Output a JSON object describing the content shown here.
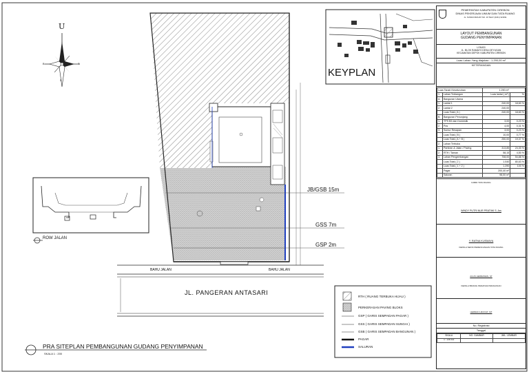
{
  "compass": {
    "north": "U",
    "south": "S",
    "west": "B",
    "east": "T"
  },
  "keyplan": {
    "label": "KEYPLAN"
  },
  "row_jalan": {
    "label": "ROW JALAN"
  },
  "setbacks": {
    "gsb": "JB/GSB 15m",
    "gss": "GSS 7m",
    "gsp": "GSP 2m"
  },
  "road": {
    "name": "JL. PANGERAN ANTASARI",
    "shoulder_left": "BAHU JALAN",
    "shoulder_right": "BAHU JALAN"
  },
  "title": {
    "main": "PRA SITEPLAN PEMBANGUNAN GUDANG PENYIMPANAN",
    "scale": "SKALA 1 : 200"
  },
  "legend": [
    {
      "label": "RTH ( RUANG TERBUKA HIJAU )",
      "icon": "hatch-diagonal"
    },
    {
      "label": "PERKERASAN PAVING BLOKS",
      "icon": "hatch-dense"
    },
    {
      "label": "GSP ( GARIS SEMPADAN PAGAR )",
      "icon": "line-thin"
    },
    {
      "label": "GSS ( GARIS SEMPADAN SUNGAI )",
      "icon": "line-thin"
    },
    {
      "label": "GSB ( GARIS SEMPADAN BANGUNAN )",
      "icon": "line-thin"
    },
    {
      "label": "PAGAR",
      "icon": "line-thick"
    },
    {
      "label": "SALURAN",
      "icon": "line-blue"
    }
  ],
  "title_block": {
    "agency_1": "PEMERINTAH KABUPATEN CIREBON",
    "agency_2": "DINAS PEKERJAAN UMUM DAN TATA RUANG",
    "address": "JL. SUNAN DRAJAT NO. 19 TELP. (0231) 321811",
    "layout_1": "LAYOUT PEMBANGUNAN",
    "layout_2": "GUDANG PENYIMPANAN",
    "location_h": "LOKASI",
    "location_1": "JL. BLOK RAMAYO DESA GEYUGAN",
    "location_2": "KECAMATAN DEPOK KABUPATEN CIREBON",
    "luas_label": "Luas Lahan Yang diajukan : 1.290,00 m²",
    "keterangan": "KETERANGAN",
    "luas_tanah": "Luas Tanah Keseluruhan",
    "luas_tanah_val": "1.290 m²",
    "rows": [
      [
        "1.",
        "Lahan Terbangun",
        "Luas lantai ( m² )",
        "%"
      ],
      [
        "A.",
        "Bangunan Utama",
        "",
        ""
      ],
      [
        "1.",
        "Lantai 1",
        "240,00",
        "18,60 %"
      ],
      [
        "2.",
        "Lantai 2",
        "240,00",
        ""
      ],
      [
        "",
        "Luas Total ( A )",
        "240,00",
        "18,60 %"
      ],
      [
        "B.",
        "Bangunan Penunjang",
        "",
        ""
      ],
      [
        "1.",
        "TPS B3 dan Domestik",
        "3,00",
        "0,23 %"
      ],
      [
        "2.",
        "Pos",
        "4,00",
        "0,31 %"
      ],
      [
        "3.",
        "Sumur Resapan",
        "3,00",
        "0,23 %"
      ],
      [
        "",
        "Luas Total ( B )",
        "10,00",
        "0,77 %"
      ],
      [
        "",
        "Luas Total ( A + B )",
        "250,00",
        "19,37 %"
      ],
      [
        "2.",
        "Lahan Terbuka",
        "",
        ""
      ],
      [
        "1.",
        "Parkiran & Jalan / Paving",
        "313,85",
        "24,30 %"
      ],
      [
        "2.",
        "RTH / Taman",
        "58,15",
        "4,50 %"
      ],
      [
        "3.",
        "Lahan Pengembangan",
        "708,00",
        "54,88 %"
      ],
      [
        "",
        "Luas Total ( 2 )",
        "1.040",
        "80,63 %"
      ],
      [
        "",
        "Luas Total ( 1 + 2 )",
        "1.290",
        "100 %"
      ],
      [
        "",
        "Pagar",
        "200,40 m¹",
        ""
      ],
      [
        "",
        "Saluran",
        "98,00 m¹",
        ""
      ]
    ],
    "sign_1_role": "KABID TATA RUANG",
    "sign_1_name": "WINDY PUTRI NUR PRATIWI S. Ars",
    "sign_2_name": "Y. RATNA KUSMAYA",
    "sign_2_role": "KEPALA SEKSI PERENCANAAN TATA RUANG",
    "sign_3_name": "AGUS HERMAWAN, ST",
    "sign_3_role": "KEPALA BIDANG PENATAAN BANGUNAN",
    "sign_4_name": "HERMAN HIDAYAT, MT",
    "no_reg": "No. Registrasi",
    "tanggal": "Tanggal",
    "skala": "SKALA",
    "no_gambar": "NO. GAMBAR",
    "jml_lembar": "JML. LEMBAR",
    "skala_val": "1 : 200 A3"
  },
  "colors": {
    "hatch": "#555555",
    "saluran": "#1f3fbf",
    "line": "#222222"
  }
}
